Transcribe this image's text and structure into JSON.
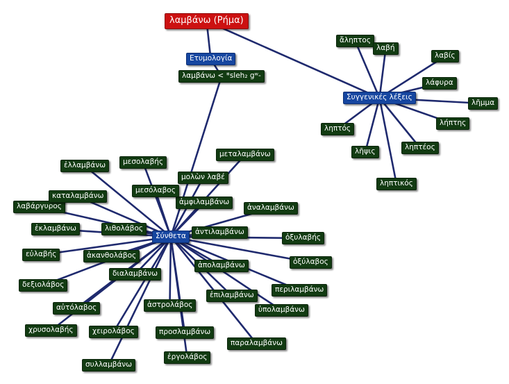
{
  "root": "λαμβάνω (Ρήμα)",
  "etymology": {
    "label": "Ετυμολογία",
    "items": [
      "λαμβάνω < *sleh₂ gʷ-"
    ]
  },
  "related": {
    "label": "Συγγενικές λέξεις",
    "items": [
      "ἄληπτος",
      "λαβή",
      "λαβίς",
      "λάφυρα",
      "λῆμμα",
      "λήπτης",
      "ληπτέος",
      "ληπτικός",
      "λῆψις",
      "ληπτός"
    ]
  },
  "compounds": {
    "label": "Σύνθετα",
    "items": [
      "μεσολαβής",
      "μεταλαμβάνω",
      "μολὼν λαβέ",
      "ἀμφιλαμβάνω",
      "ἀναλαμβάνω",
      "ἀντιλαμβάνω",
      "ὀξυλαβής",
      "ὀξύλαβος",
      "ἀπολαμβάνω",
      "περιλαμβάνω",
      "ἐπιλαμβάνω",
      "ὑπολαμβάνω",
      "παραλαμβάνω",
      "προσλαμβάνω",
      "ἐργολάβος",
      "ἀστρολάβος",
      "χειρολάβος",
      "συλλαμβάνω",
      "διαλαμβάνω",
      "αὐτόλαβος",
      "χρυσολαβής",
      "ἀκανθολάβος",
      "δεξιολάβος",
      "εὐλαβής",
      "ἐκλαμβάνω",
      "λιθολάβος",
      "λαβάργυρος",
      "καταλαμβάνω",
      "ἐλλαμβάνω",
      "μεσόλαβος"
    ]
  },
  "colors": {
    "edge": "#1f2a6e",
    "root": "#cc1111",
    "hub": "#1646a0",
    "leaf": "#123b12"
  }
}
